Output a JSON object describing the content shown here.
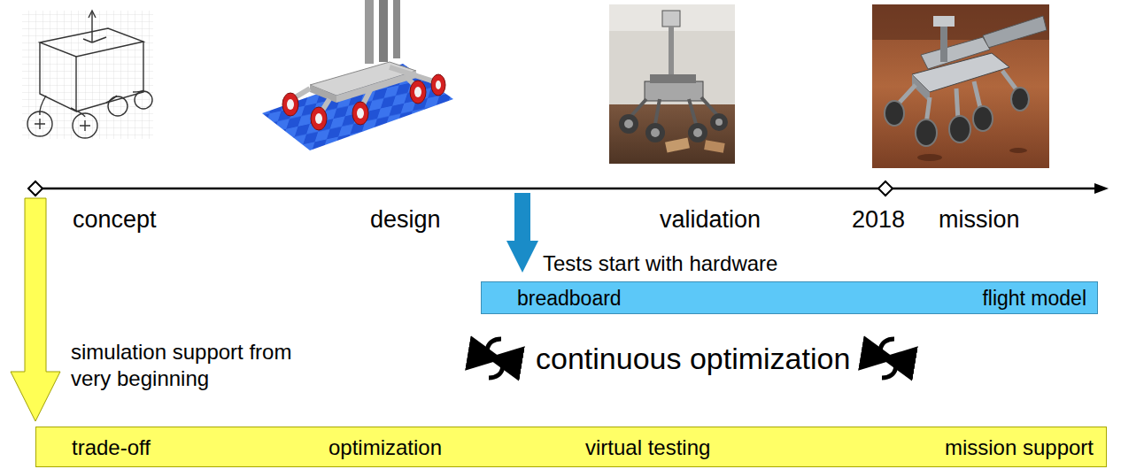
{
  "diagram": {
    "nodes": [
      {
        "text": [
          "Tests start with hardware",
          "breadboard",
          "flight model"
        ]
      },
      {
        "text": [
          "trade-off",
          "optimization",
          "virtual testing",
          "mission support"
        ]
      }
    ],
    "labels": [
      "concept",
      "design",
      "validation",
      "2018",
      "mission",
      "simulation support from very beginning",
      "continuous optimization"
    ]
  }
}
